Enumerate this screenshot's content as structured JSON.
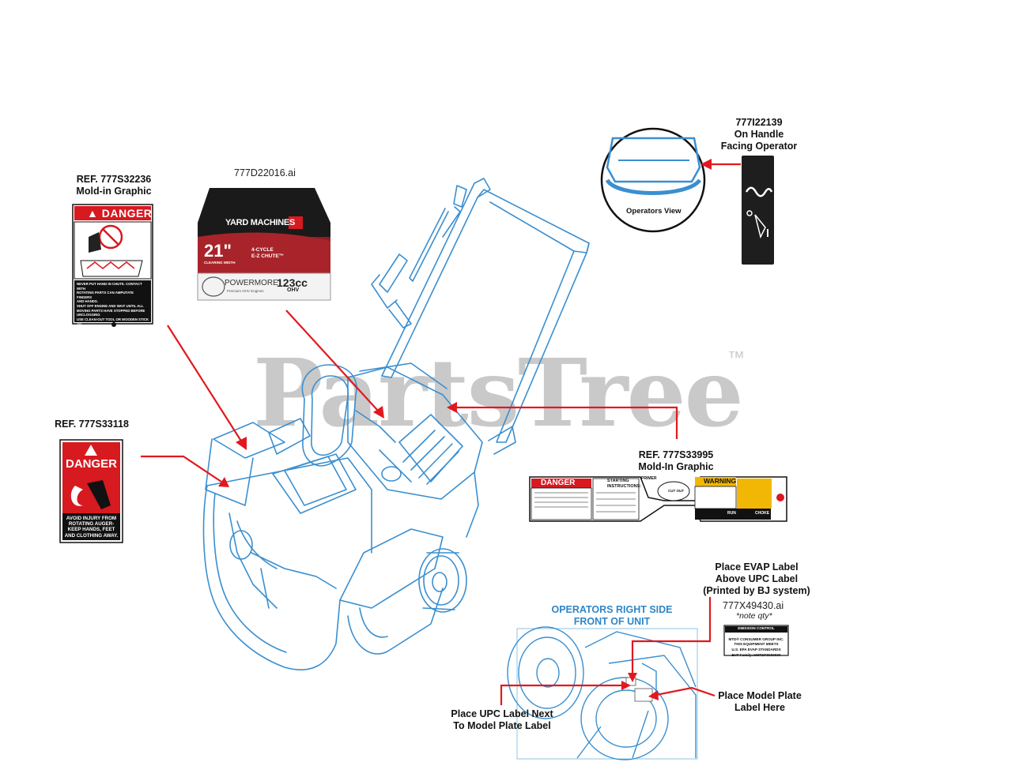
{
  "watermark": {
    "text": "PartsTree",
    "trademark": "™"
  },
  "labels": {
    "ref_32236": [
      "REF. 777S32236",
      "Mold-in Graphic"
    ],
    "file_22016": "777D22016.ai",
    "ref_33118": "REF.  777S33118",
    "handle": [
      "777I22139",
      "On Handle",
      "Facing Operator"
    ],
    "operators_view": "Operators View",
    "ref_33995": [
      "REF. 777S33995",
      "Mold-In Graphic"
    ],
    "evap": [
      "Place EVAP Label",
      "Above UPC Label",
      "(Printed by BJ system)"
    ],
    "file_49430": "777X49430.ai",
    "note_qty": "*note qty*",
    "right_side": [
      "OPERATORS RIGHT SIDE",
      "FRONT OF UNIT"
    ],
    "upc": [
      "Place UPC Label Next",
      "To Model Plate Label"
    ],
    "model_plate": [
      "Place Model Plate",
      "Label Here"
    ]
  },
  "decal_danger_32236": {
    "header": "DANGER",
    "lines": [
      "NEVER PUT HAND IN CHUTE. CONTACT WITH",
      "ROTATING PARTS CAN AMPUTATE FINGERS",
      "AND HANDS.",
      "SHUT OFF ENGINE AND WAIT UNTIL ALL",
      "MOVING PARTS HAVE STOPPED BEFORE",
      "UNCLOGGING",
      "USE CLEAN-OUT TOOL OR WOODEN STICK TO",
      "UNCLOG DISCHARGE CHUTE."
    ]
  },
  "decal_yardmachines": {
    "brand": "YARD MACHINES",
    "width": "21\"",
    "width_caption": "CLEARING WIDTH",
    "features": [
      "4-CYCLE",
      "E-Z CHUTE™"
    ],
    "engine": "POWERMORE",
    "engine_caption": "Premium OHV Engines",
    "displacement": "123cc",
    "ohv": "OHV"
  },
  "decal_danger_33118": {
    "header": "DANGER",
    "lines": [
      "AVOID INJURY FROM",
      "ROTATING AUGER-",
      "KEEP HANDS, FEET",
      "AND CLOTHING AWAY."
    ]
  },
  "decal_33995": {
    "danger": "DANGER",
    "starting_title": "STARTING",
    "starting_sub": "INSTRUCTIONS:",
    "primer": "PRIMER",
    "cut_out": "CUT OUT",
    "warning": "WARNING",
    "run": "RUN",
    "choke": "CHOKE"
  },
  "decal_emission": {
    "lines": [
      "EMISSION CONTROL INFORMATION",
      "MTD® CONSUMER GROUP INC.",
      "THIS EQUIPMENT MEETS",
      "U.S. EPA EVAP STANDARDS",
      "EVP Family: HMTDP0000000"
    ]
  },
  "colors": {
    "arrow": "#e2181f",
    "machine_line": "#3a8fd0",
    "danger_red": "#d71920",
    "label_black": "#111111",
    "watermark": "#c9c9c9",
    "blue_text": "#2f86c6"
  }
}
